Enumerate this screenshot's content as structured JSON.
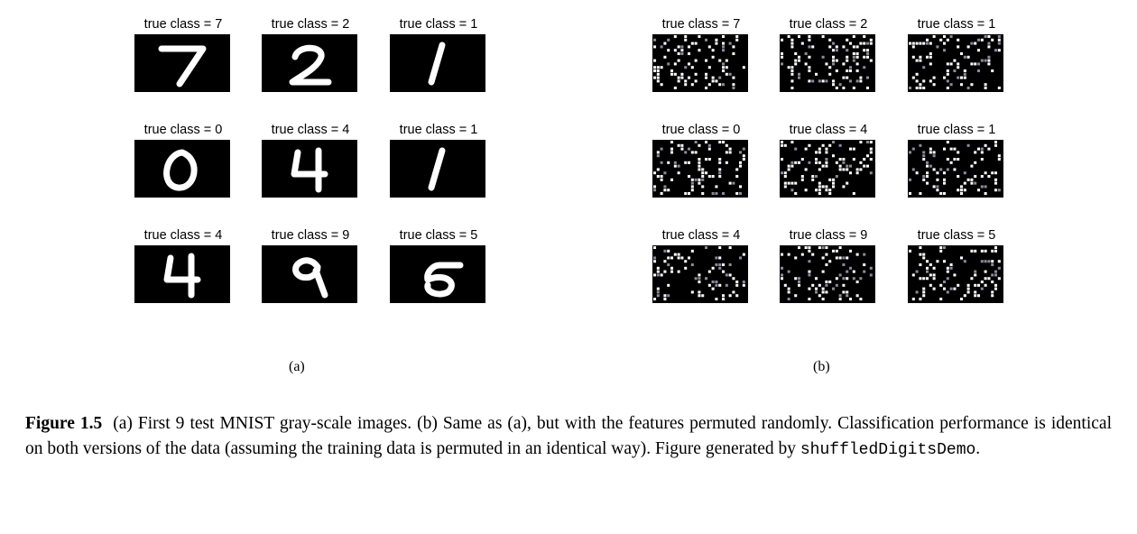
{
  "panels": [
    {
      "label": "(a)",
      "kind": "digits",
      "cells": [
        {
          "title": "true class = 7",
          "digit": "7"
        },
        {
          "title": "true class = 2",
          "digit": "2"
        },
        {
          "title": "true class = 1",
          "digit": "1"
        },
        {
          "title": "true class = 0",
          "digit": "0"
        },
        {
          "title": "true class = 4",
          "digit": "4"
        },
        {
          "title": "true class = 1",
          "digit": "1"
        },
        {
          "title": "true class = 4",
          "digit": "4"
        },
        {
          "title": "true class = 9",
          "digit": "9"
        },
        {
          "title": "true class = 5",
          "digit": "5"
        }
      ]
    },
    {
      "label": "(b)",
      "kind": "permuted-noise",
      "cells": [
        {
          "title": "true class = 7"
        },
        {
          "title": "true class = 2"
        },
        {
          "title": "true class = 1"
        },
        {
          "title": "true class = 0"
        },
        {
          "title": "true class = 4"
        },
        {
          "title": "true class = 1"
        },
        {
          "title": "true class = 4"
        },
        {
          "title": "true class = 9"
        },
        {
          "title": "true class = 5"
        }
      ]
    }
  ],
  "caption": {
    "figure_label": "Figure 1.5",
    "text": "(a) First 9 test MNIST gray-scale images. (b) Same as (a), but with the features permuted randomly. Classification performance is identical on both versions of the data (assuming the training data is permuted in an identical way). Figure generated by ",
    "code": "shuffledDigitsDemo",
    "end": "."
  },
  "colors": {
    "image_background": "#000000",
    "ink": "#ffffff"
  }
}
